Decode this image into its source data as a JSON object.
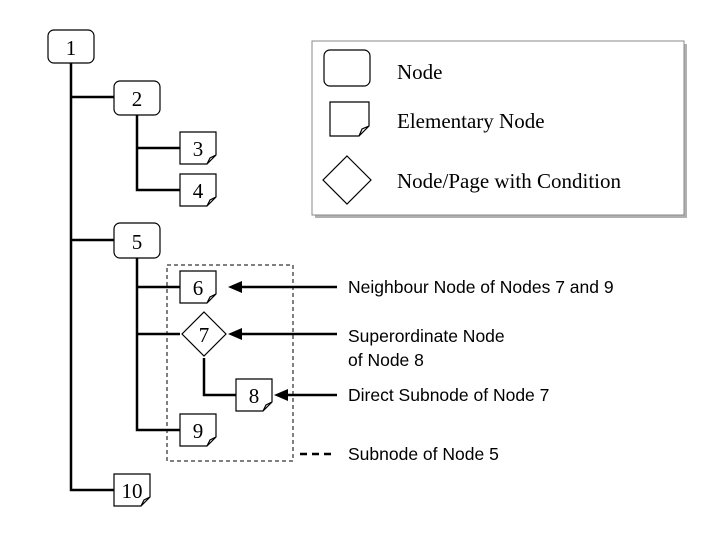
{
  "nodes": {
    "n1": "1",
    "n2": "2",
    "n3": "3",
    "n4": "4",
    "n5": "5",
    "n6": "6",
    "n7": "7",
    "n8": "8",
    "n9": "9",
    "n10": "10"
  },
  "legend": {
    "node": "Node",
    "elementary_node": "Elementary Node",
    "conditional_node": "Node/Page with Condition"
  },
  "annotations": {
    "neighbour": "Neighbour Node of Nodes 7 and 9",
    "superordinate_line1": "Superordinate Node",
    "superordinate_line2": "of Node 8",
    "direct_subnode": "Direct Subnode of Node 7",
    "subnode": "Subnode of Node 5"
  }
}
